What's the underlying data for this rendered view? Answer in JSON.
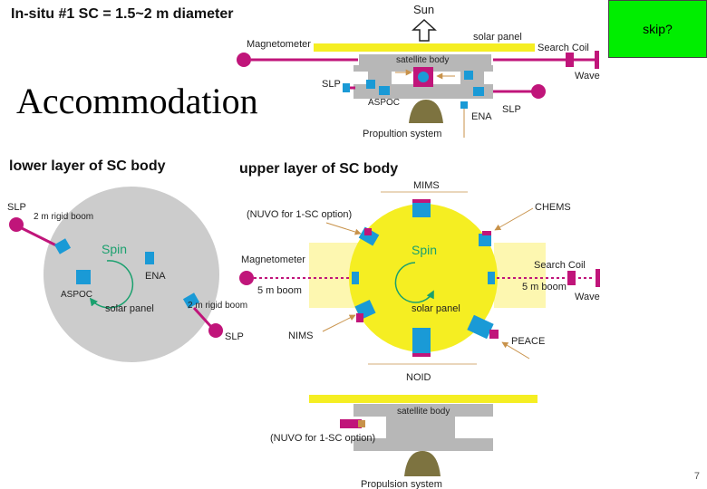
{
  "slide": {
    "title": "Accommodation",
    "skip_label": "skip?",
    "page_number": "7"
  },
  "top": {
    "header": "In-situ #1 SC = 1.5~2 m diameter",
    "sun": "Sun",
    "solar_panel": "solar panel",
    "magnetometer": "Magnetometer",
    "search_coil": "Search Coil",
    "satellite_body": "satellite body",
    "wave": "Wave",
    "slp_left": "SLP",
    "slp_right": "SLP",
    "aspoc": "ASPOC",
    "ena": "ENA",
    "propulsion": "Propultion system"
  },
  "lower": {
    "header": "lower layer of SC body",
    "slp_top": "SLP",
    "boom_top": "2 m rigid boom",
    "spin": "Spin",
    "ena": "ENA",
    "aspoc": "ASPOC",
    "solar_panel": "solar panel",
    "boom_bottom": "2 m rigid boom",
    "slp_bottom": "SLP"
  },
  "upper": {
    "header": "upper layer of SC body",
    "mims": "MIMS",
    "nuvo": "(NUVO for 1-SC option)",
    "chems": "CHEMS",
    "magnetometer": "Magnetometer",
    "boom_left": "5 m boom",
    "spin": "Spin",
    "search_coil": "Search Coil",
    "boom_right": "5 m boom",
    "wave": "Wave",
    "solar_panel": "solar panel",
    "nims": "NIMS",
    "peace": "PEACE",
    "noid": "NOID"
  },
  "side": {
    "satellite_body": "satellite body",
    "nuvo": "(NUVO for 1-SC option)",
    "propulsion": "Propulsion system"
  },
  "colors": {
    "instrument": "#1a9ad6",
    "sensor": "#c0157a",
    "solar": "#f5ee22",
    "panel_bg": "#fdf7b0",
    "body_gray": "#b7b7b7",
    "arrow": "#c8924a",
    "spin": "#1aa06e",
    "skip": "#00ee00"
  }
}
